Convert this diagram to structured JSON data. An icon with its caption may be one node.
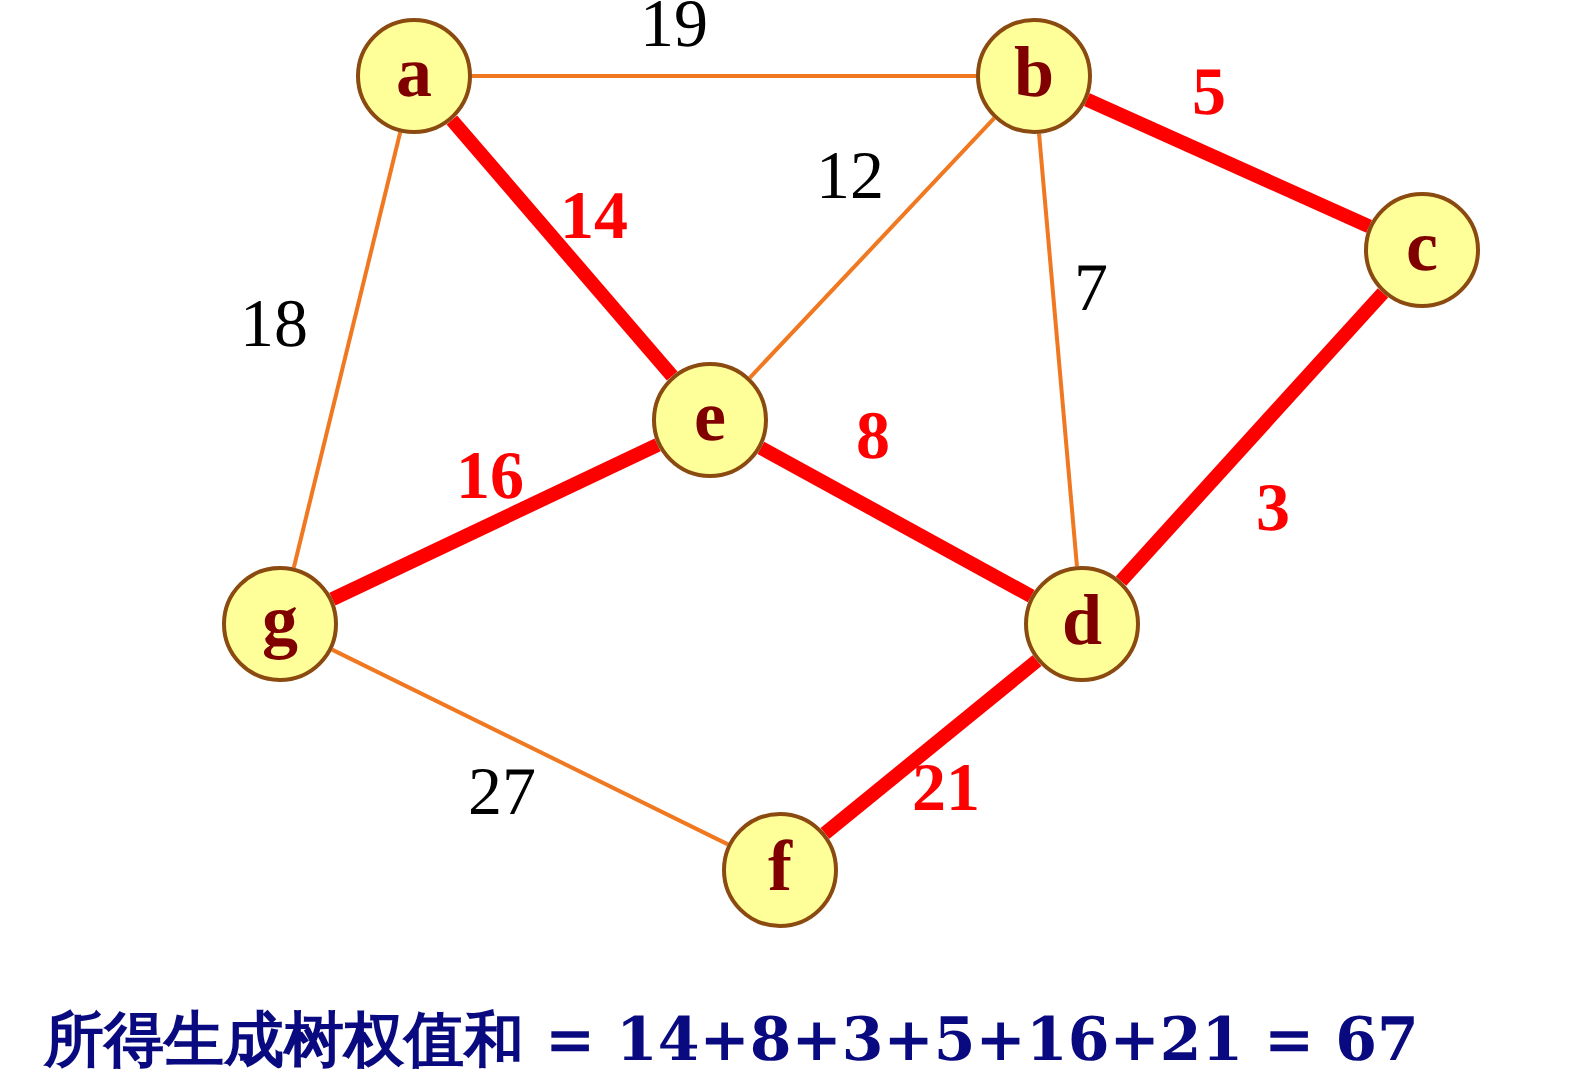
{
  "diagram": {
    "caption": "所得生成树权值和 = 14+8+3+5+16+21 = 67",
    "nodes": [
      {
        "text": [
          "a"
        ]
      },
      {
        "text": [
          "b"
        ]
      },
      {
        "text": [
          "c"
        ]
      },
      {
        "text": [
          "e"
        ]
      },
      {
        "text": [
          "g"
        ]
      },
      {
        "text": [
          "d"
        ]
      },
      {
        "text": [
          "f"
        ]
      }
    ],
    "edges": [
      {
        "from": 0,
        "to": 1,
        "arrow": "none",
        "label": "19",
        "color": "#f07820"
      },
      {
        "from": 0,
        "to": 3,
        "arrow": "none",
        "label": "14",
        "color": "#ff0000"
      },
      {
        "from": 1,
        "to": 3,
        "arrow": "none",
        "label": "12",
        "color": "#f07820"
      },
      {
        "from": 1,
        "to": 5,
        "arrow": "none",
        "label": "7",
        "color": "#f07820"
      },
      {
        "from": 1,
        "to": 2,
        "arrow": "none",
        "label": "5",
        "color": "#ff0000"
      },
      {
        "from": 2,
        "to": 5,
        "arrow": "none",
        "label": "3",
        "color": "#ff0000"
      },
      {
        "from": 0,
        "to": 4,
        "arrow": "none",
        "label": "18",
        "color": "#f07820"
      },
      {
        "from": 3,
        "to": 5,
        "arrow": "none",
        "label": "8",
        "color": "#ff0000"
      },
      {
        "from": 4,
        "to": 3,
        "arrow": "none",
        "label": "16",
        "color": "#ff0000"
      },
      {
        "from": 4,
        "to": 6,
        "arrow": "none",
        "label": "27",
        "color": "#f07820"
      },
      {
        "from": 6,
        "to": 5,
        "arrow": "none",
        "label": "21",
        "color": "#ff0000"
      }
    ]
  }
}
